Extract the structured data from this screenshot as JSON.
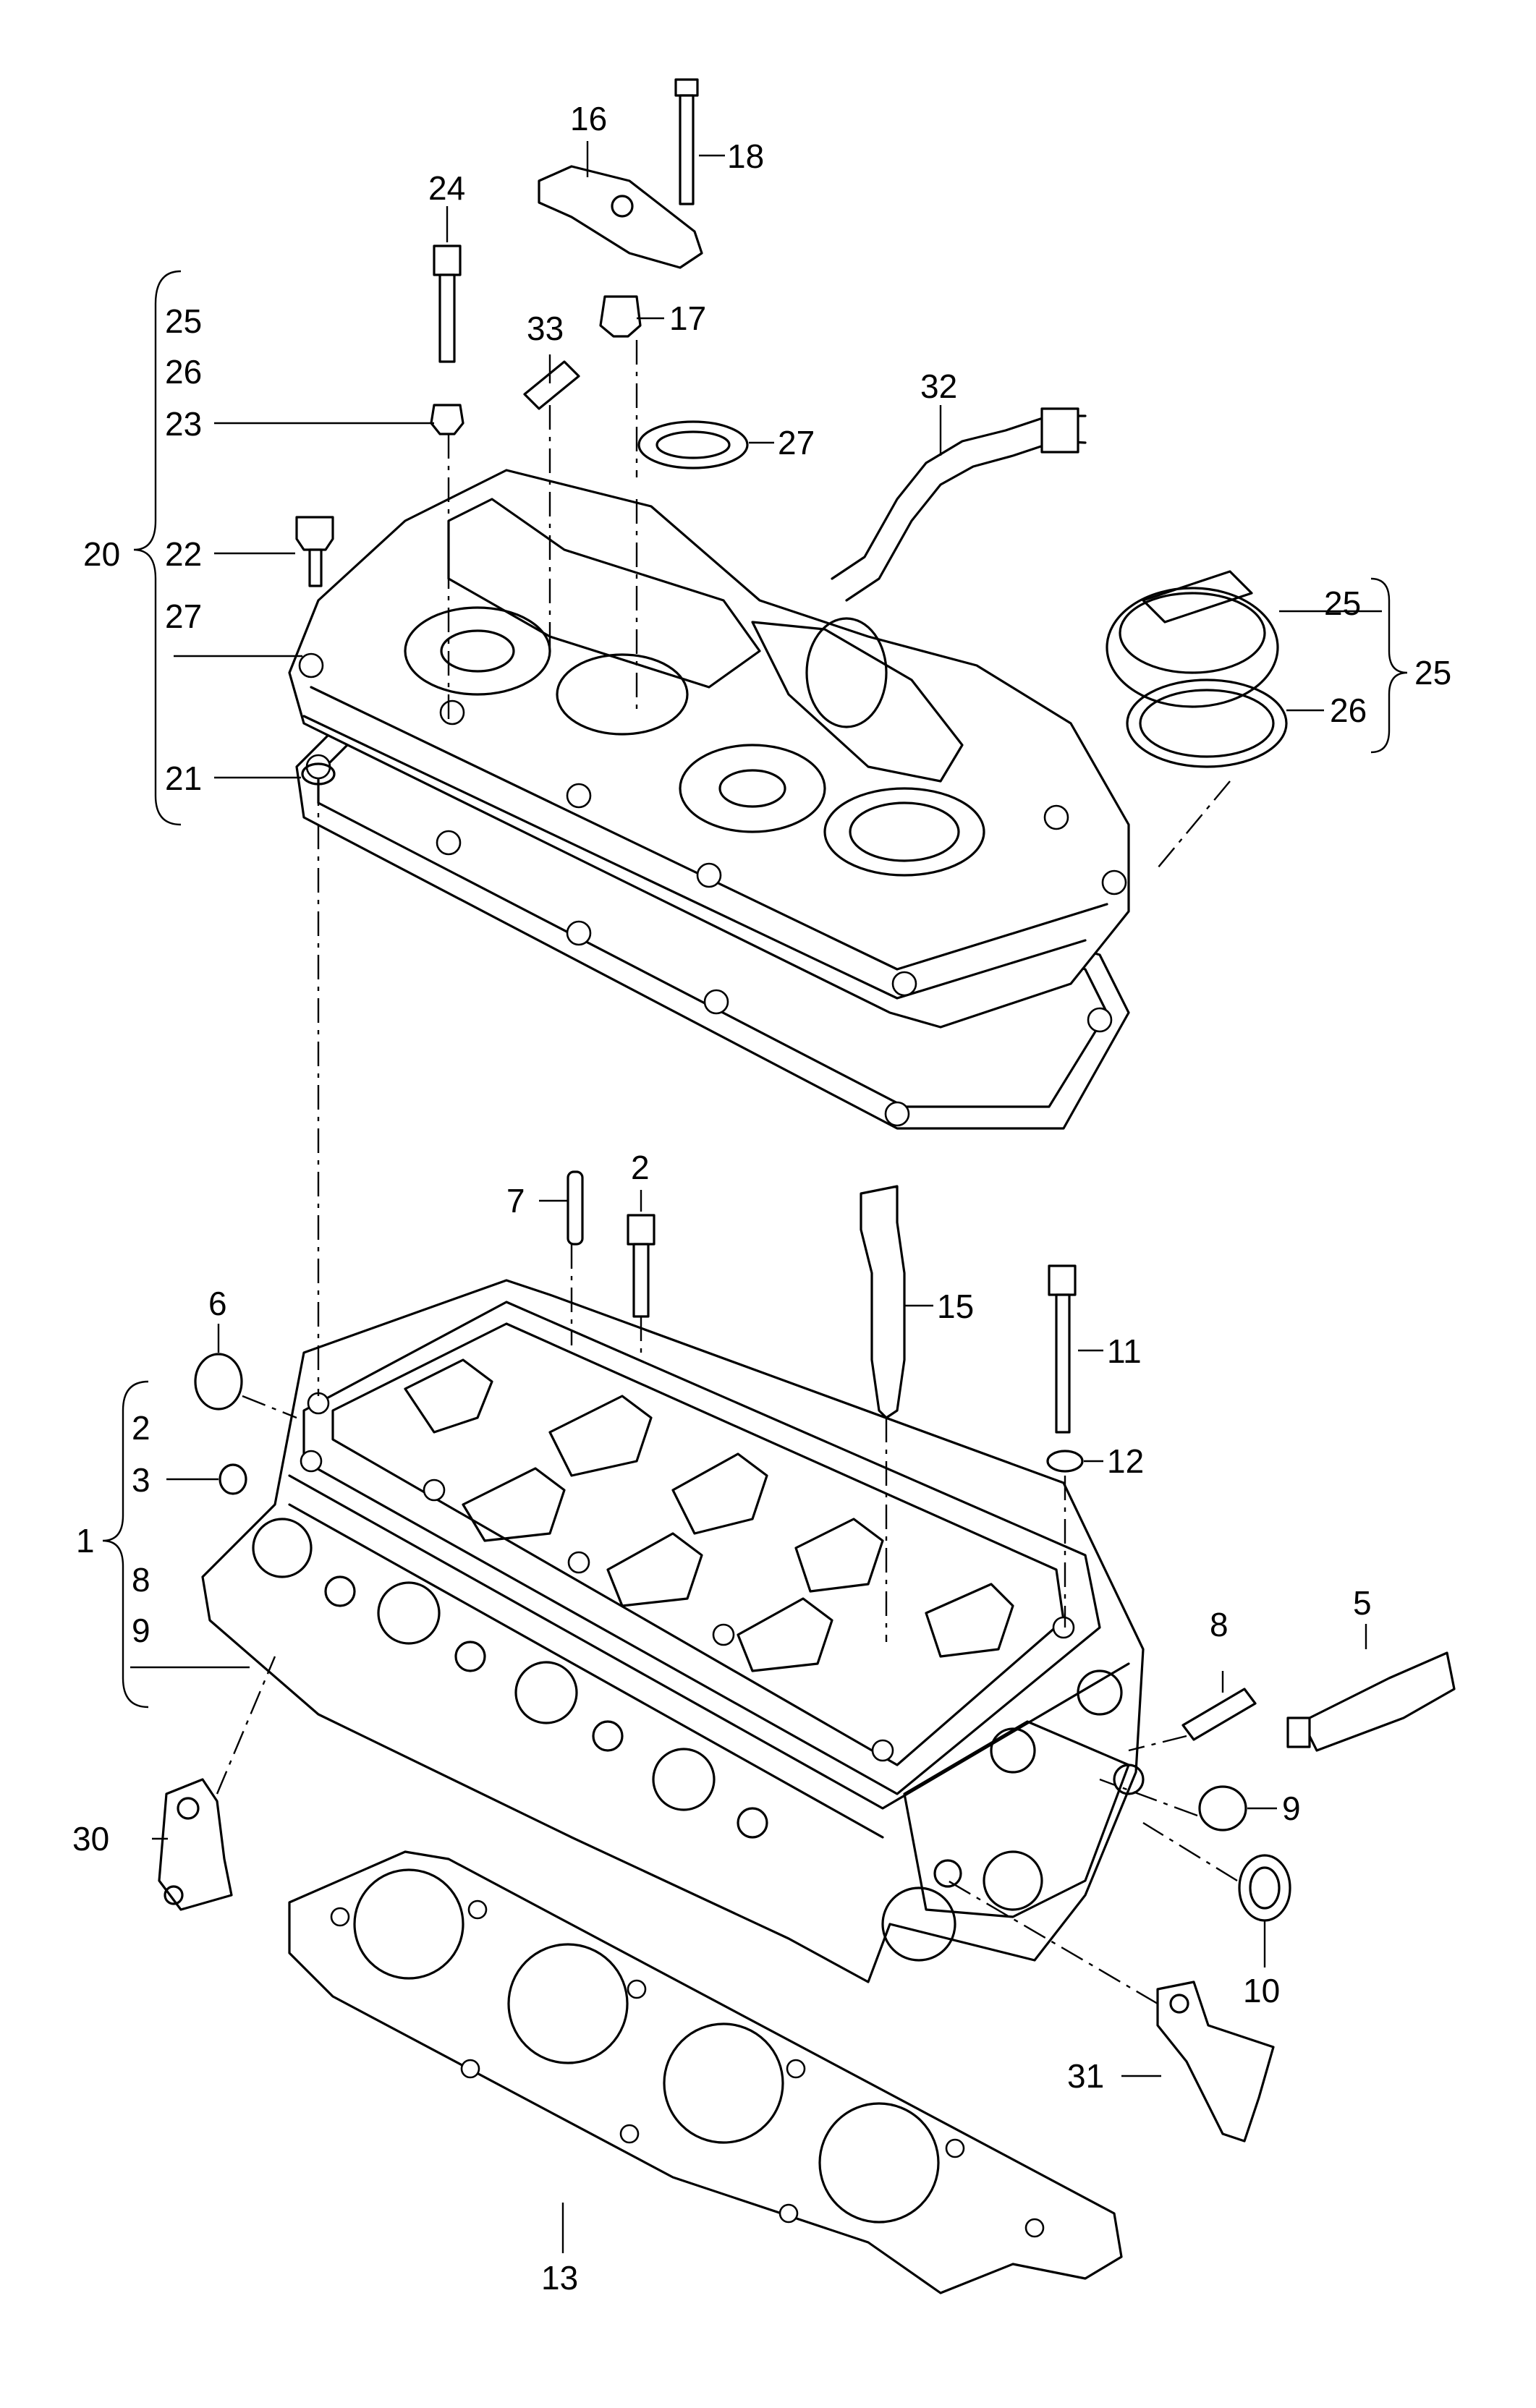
{
  "diagram": {
    "callouts": {
      "c16": "16",
      "c18": "18",
      "c24": "24",
      "c17": "17",
      "c33": "33",
      "c32": "32",
      "c27a": "27",
      "c25a": "25",
      "c26a": "26",
      "c23": "23",
      "c20": "20",
      "c22": "22",
      "c27b": "27",
      "c21": "21",
      "c25b": "25",
      "c26b": "26",
      "c25c": "25",
      "c2a": "2",
      "c7": "7",
      "c15": "15",
      "c11": "11",
      "c12": "12",
      "c6": "6",
      "c2b": "2",
      "c3": "3",
      "c1": "1",
      "c8a": "8",
      "c9a": "9",
      "c5": "5",
      "c8b": "8",
      "c9b": "9",
      "c10": "10",
      "c30": "30",
      "c31": "31",
      "c13": "13"
    }
  }
}
